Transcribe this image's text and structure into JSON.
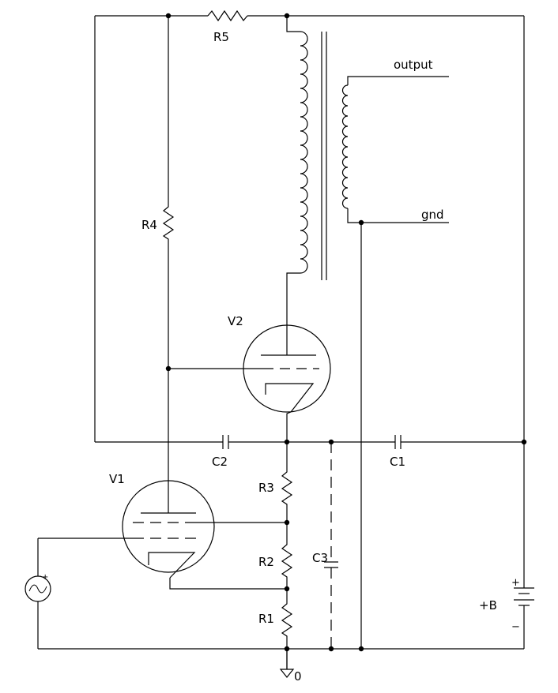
{
  "diagram": {
    "labels": {
      "r5": "R5",
      "r4": "R4",
      "r3": "R3",
      "r2": "R2",
      "r1": "R1",
      "c1": "C1",
      "c2": "C2",
      "c3": "C3",
      "v1": "V1",
      "v2": "V2",
      "output": "output",
      "gnd": "gnd",
      "supply": "+B",
      "ground_ref": "0",
      "battery_plus": "+",
      "battery_minus": "−"
    }
  }
}
